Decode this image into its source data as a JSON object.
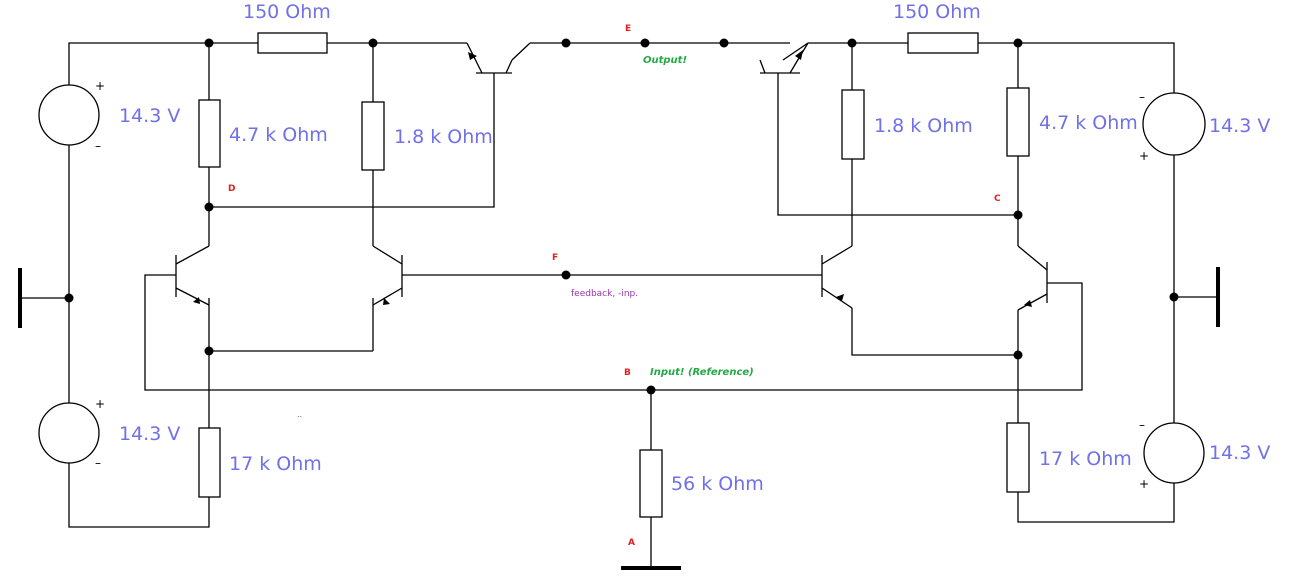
{
  "resistors": {
    "r_150_left": "150  Ohm",
    "r_150_right": "150  Ohm",
    "r_47k_left": "4.7 k Ohm",
    "r_47k_right": "4.7 k Ohm",
    "r_18k_left": "1.8 k Ohm",
    "r_18k_right": "1.8 k Ohm",
    "r_17k_left": "17 k Ohm",
    "r_17k_right": "17 k Ohm",
    "r_56k": "56 k Ohm"
  },
  "sources": {
    "left_top": "14.3 V",
    "left_bottom": "14.3 V",
    "right_top": "14.3 V",
    "right_bottom": "14.3 V",
    "plus": "+",
    "minus": "–"
  },
  "nodes": {
    "A": "A",
    "B": "B",
    "C": "C",
    "D": "D",
    "E": "E",
    "F": "F"
  },
  "annotations": {
    "output": "Output!",
    "input": "Input! (Reference)",
    "feedback": "feedback, -inp.",
    "dots": ".."
  }
}
